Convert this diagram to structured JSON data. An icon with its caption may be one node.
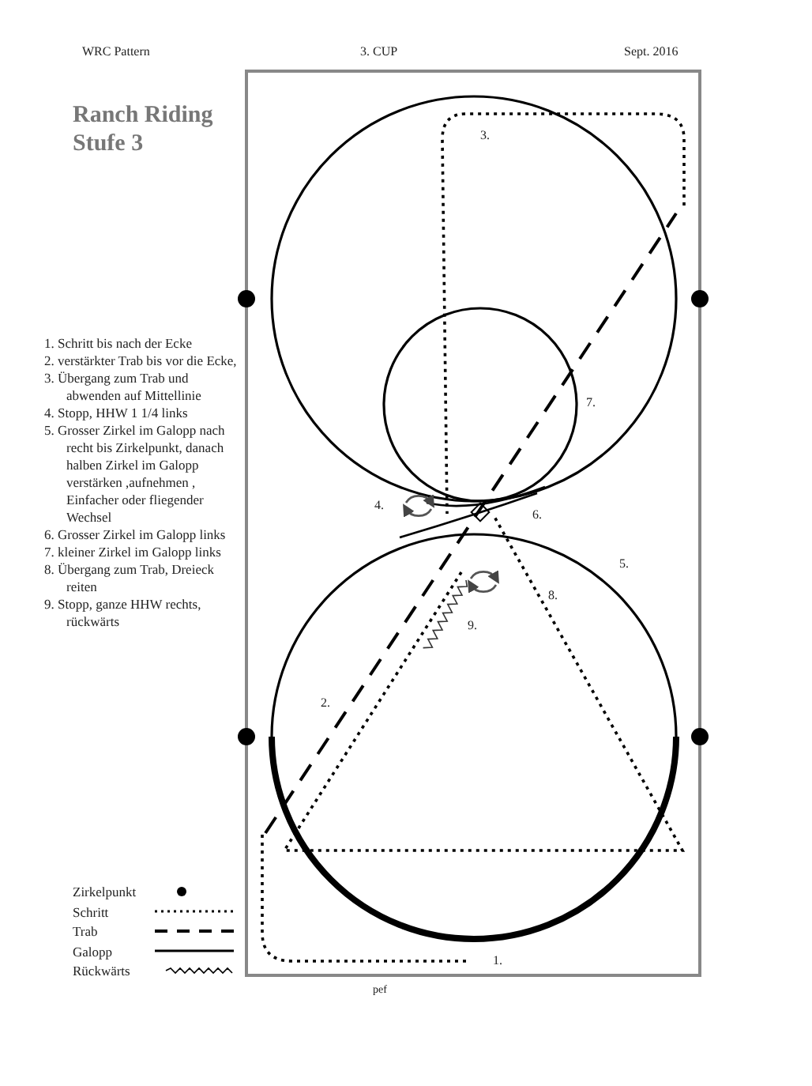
{
  "diagram": {
    "title": "Ranch Riding Stufe 3",
    "labels": [
      "WRC Pattern",
      "3. CUP",
      "Sept. 2016",
      "1. Schritt bis nach der Ecke",
      "2. verstärkter Trab bis vor die Ecke,",
      "3. Übergang zum Trab und abwenden auf Mittellinie",
      "4. Stopp, HHW 1 1/4  links",
      "5. Grosser Zirkel im Galopp nach recht  bis Zirkelpunkt, danach halben Zirkel im Galopp verstärken ,aufnehmen , Einfacher oder fliegender Wechsel",
      "6. Grosser Zirkel im Galopp links",
      "7. kleiner Zirkel im Galopp links",
      "8. Übergang zum Trab, Dreieck reiten",
      "9. Stopp, ganze HHW rechts, rückwärts",
      "3.",
      "7.",
      "4.",
      "6.",
      "5.",
      "8.",
      "9.",
      "2.",
      "1.",
      "pef"
    ],
    "legend": [
      {
        "text": "Zirkelpunkt"
      },
      {
        "text": "Schritt"
      },
      {
        "text": "Trab"
      },
      {
        "text": "Galopp"
      },
      {
        "text": "Rückwärts"
      }
    ]
  }
}
